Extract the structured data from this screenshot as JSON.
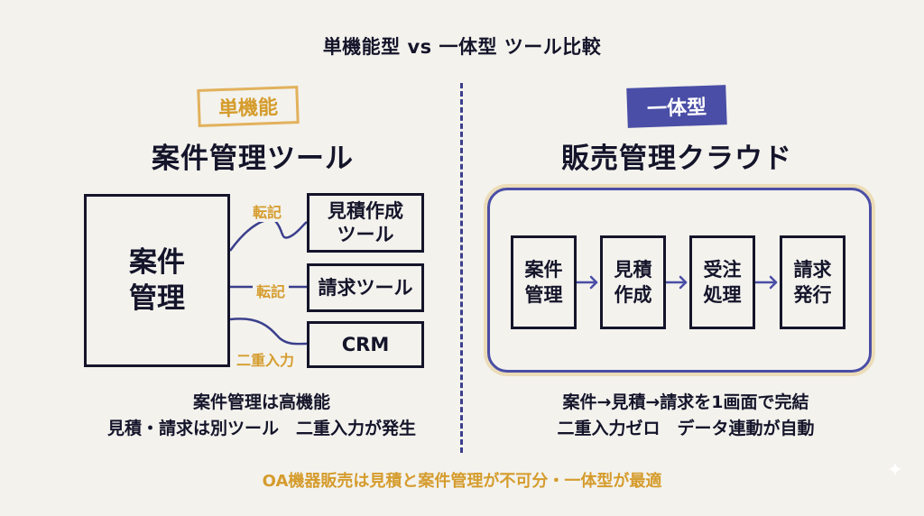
{
  "title": "単機能型 vs 一体型 ツール比較",
  "colors": {
    "background": "#f3f2ed",
    "accent_gold": "#d59c2d",
    "accent_indigo": "#4a4ea6",
    "ink": "#14142a"
  },
  "left": {
    "badge": "単機能",
    "heading": "案件管理ツール",
    "main_box": [
      "案件",
      "管理"
    ],
    "tools": [
      {
        "lines": [
          "見積作成",
          "ツール"
        ],
        "connector_label": "転記"
      },
      {
        "lines": [
          "請求ツール"
        ],
        "connector_label": "転記"
      },
      {
        "lines": [
          "CRM"
        ],
        "connector_label": "二重入力"
      }
    ],
    "caption": [
      "案件管理は高機能",
      "見積・請求は別ツール　二重入力が発生"
    ]
  },
  "right": {
    "badge": "一体型",
    "heading": "販売管理クラウド",
    "steps": [
      {
        "lines": [
          "案件",
          "管理"
        ]
      },
      {
        "lines": [
          "見積",
          "作成"
        ]
      },
      {
        "lines": [
          "受注",
          "処理"
        ]
      },
      {
        "lines": [
          "請求",
          "発行"
        ]
      }
    ],
    "caption": [
      "案件→見積→請求を1画面で完結",
      "二重入力ゼロ　データ連動が自動"
    ]
  },
  "conclusion": "OA機器販売は見積と案件管理が不可分・一体型が最適",
  "icons": {
    "sparkle": "sparkle-icon"
  }
}
